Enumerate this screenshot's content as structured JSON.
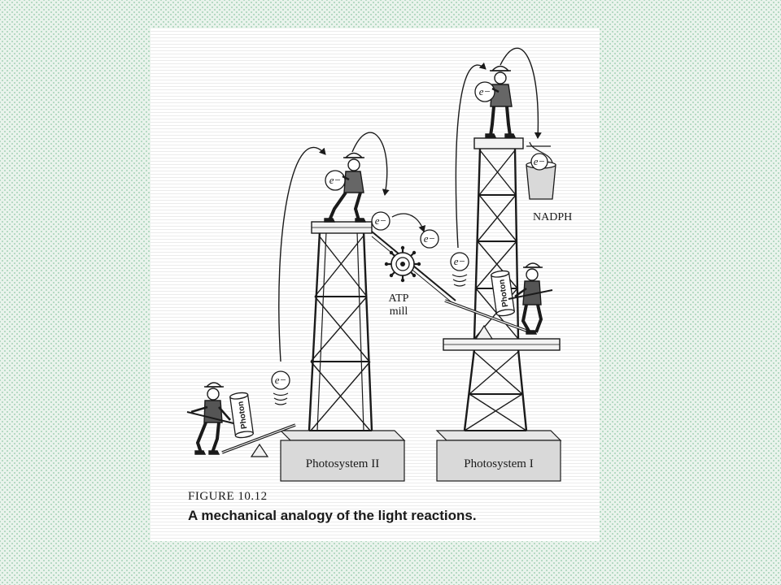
{
  "figure": {
    "number": "FIGURE 10.12",
    "caption": "A mechanical analogy of the light reactions."
  },
  "labels": {
    "photosystem_ii": "Photosystem II",
    "photosystem_i": "Photosystem I",
    "atp_mill_line1": "ATP",
    "atp_mill_line2": "mill",
    "nadph": "NADPH",
    "photon": "Photon",
    "electron": "e−"
  },
  "colors": {
    "ink": "#1a1a1a",
    "base_fill": "#d9d9d9",
    "slide_background": "#e9f3ec",
    "dot_pattern": "#a9d3b9"
  }
}
